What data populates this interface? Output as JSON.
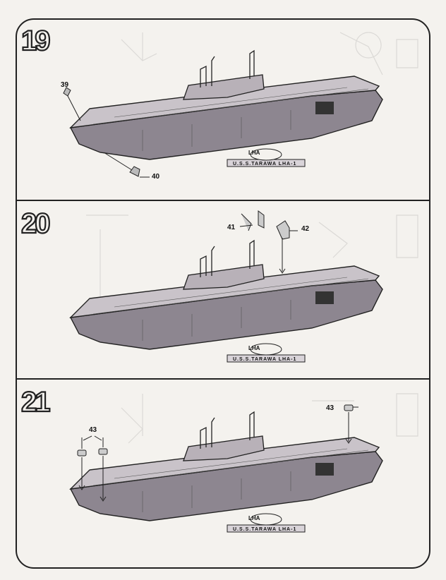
{
  "steps": [
    {
      "number": "19",
      "parts": [
        "39",
        "40"
      ],
      "hull_text": "U.S.S.TARAWA LHA-1",
      "bow_mark": "LHA"
    },
    {
      "number": "20",
      "parts": [
        "41",
        "42"
      ],
      "hull_text": "U.S.S.TARAWA LHA-1",
      "bow_mark": "LHA"
    },
    {
      "number": "21",
      "parts": [
        "43",
        "43"
      ],
      "hull_text": "U.S.S.TARAWA LHA-1",
      "bow_mark": "LHA"
    }
  ],
  "colors": {
    "ink": "#222222",
    "hull": "#8d8690",
    "deck": "#c9c3c9",
    "paper": "#f4f2ee"
  }
}
